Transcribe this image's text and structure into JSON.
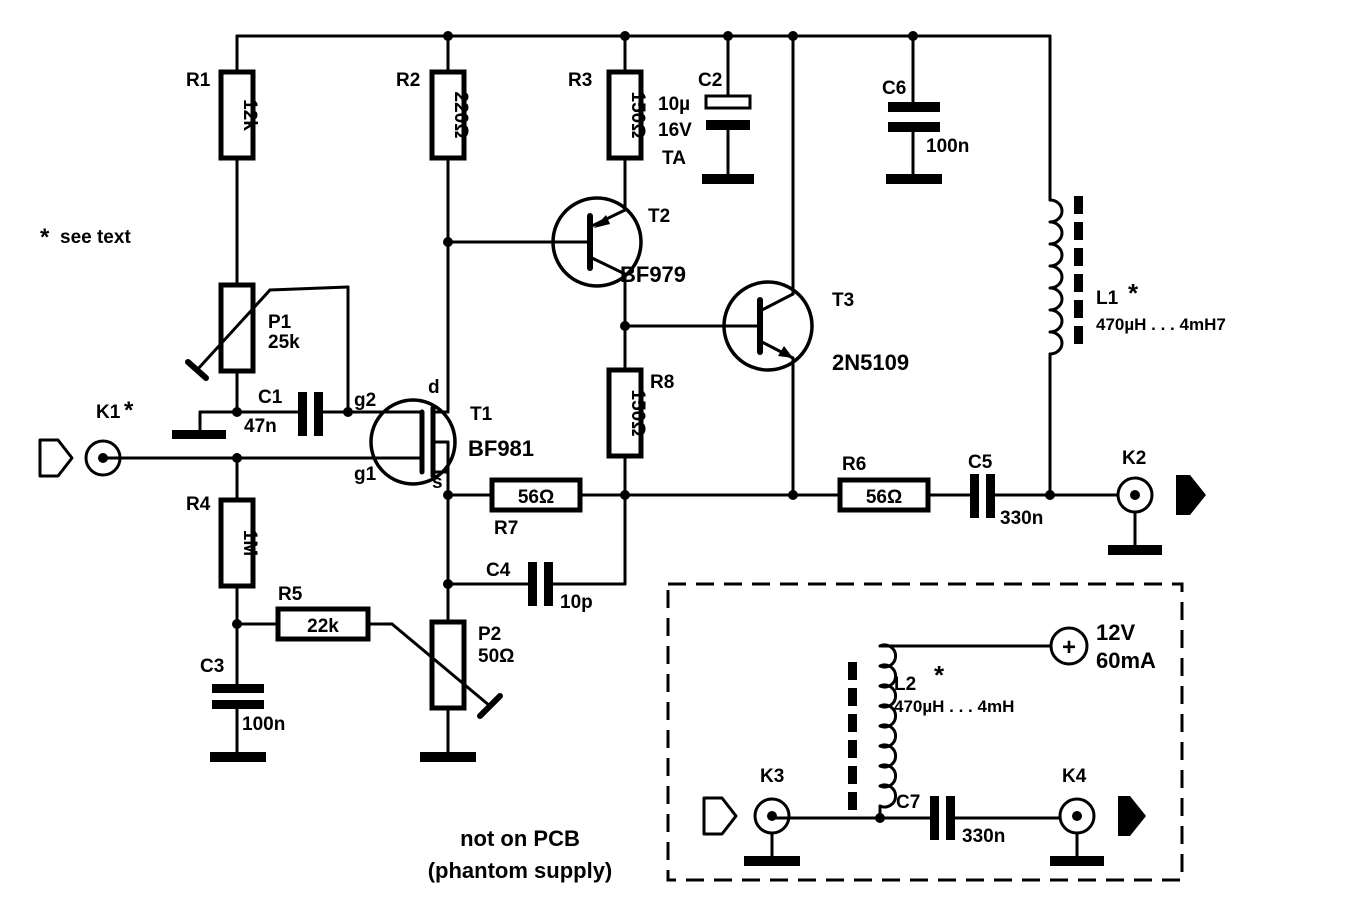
{
  "note": "see text",
  "star": "*",
  "resistors": {
    "R1": {
      "name": "R1",
      "value": "12k"
    },
    "R2": {
      "name": "R2",
      "value": "220Ω"
    },
    "R3": {
      "name": "R3",
      "value": "150Ω"
    },
    "R4": {
      "name": "R4",
      "value": "1M"
    },
    "R5": {
      "name": "R5",
      "value": "22k"
    },
    "R6": {
      "name": "R6",
      "value": "56Ω"
    },
    "R7": {
      "name": "R7",
      "value": "56Ω"
    },
    "R8": {
      "name": "R8",
      "value": "150Ω"
    }
  },
  "pots": {
    "P1": {
      "name": "P1",
      "value": "25k"
    },
    "P2": {
      "name": "P2",
      "value": "50Ω"
    }
  },
  "capacitors": {
    "C1": {
      "name": "C1",
      "value": "47n"
    },
    "C2": {
      "name": "C2",
      "value1": "10µ",
      "value2": "16V",
      "value3": "TA"
    },
    "C3": {
      "name": "C3",
      "value": "100n"
    },
    "C4": {
      "name": "C4",
      "value": "10p"
    },
    "C5": {
      "name": "C5",
      "value": "330n"
    },
    "C6": {
      "name": "C6",
      "value": "100n"
    },
    "C7": {
      "name": "C7",
      "value": "330n"
    }
  },
  "inductors": {
    "L1": {
      "name": "L1",
      "value": "470µH . . . 4mH7"
    },
    "L2": {
      "name": "L2",
      "value": "470µH . . . 4mH"
    }
  },
  "transistors": {
    "T1": {
      "name": "T1",
      "type": "BF981",
      "pin_d": "d",
      "pin_s": "s",
      "pin_g1": "g1",
      "pin_g2": "g2"
    },
    "T2": {
      "name": "T2",
      "type": "BF979"
    },
    "T3": {
      "name": "T3",
      "type": "2N5109"
    }
  },
  "connectors": {
    "K1": "K1",
    "K2": "K2",
    "K3": "K3",
    "K4": "K4"
  },
  "supply": {
    "voltage": "12V",
    "current": "60mA",
    "symbol": "+"
  },
  "phantom_note": {
    "line1": "not on PCB",
    "line2": "(phantom supply)"
  }
}
